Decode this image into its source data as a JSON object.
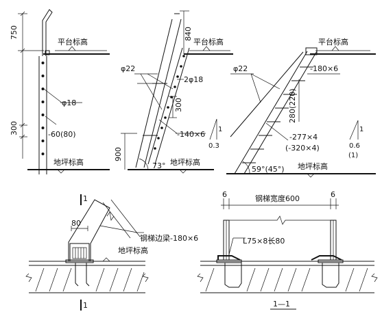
{
  "labels": {
    "dim_750": "750",
    "dim_300": "300",
    "dim_840": "840",
    "dim_900": "900",
    "dim_300b": "300",
    "dim_280_220": "280(220)",
    "phi18": "φ18",
    "flat_60": "-60(80)",
    "phi22_mid": "φ22",
    "two_phi18": "2φ18",
    "flat_140": "-140×6",
    "slope_1_mid": "1",
    "slope_03": "0.3",
    "angle_73": "73°",
    "phi22_right": "φ22",
    "flat_180_right": "-180×6",
    "flat_277": "-277×4",
    "flat_320": "(-320×4)",
    "slope_1_right": "1",
    "slope_06": "0.6",
    "slope_paren_1": "(1)",
    "angle_59": "59°(45°)",
    "platform_left": "平台标高",
    "platform_mid": "平台标高",
    "platform_right": "平台标高",
    "ground_left": "地坪标高",
    "ground_mid": "地坪标高",
    "ground_right": "地坪标高",
    "sec_mark_top": "1",
    "sec_mark_bottom": "1",
    "dim_80": "80",
    "side_beam": "钢梯边梁-180×6",
    "ground_bottom_left": "地坪标高",
    "dim_6_left": "6",
    "dim_6_right": "6",
    "width_600": "钢梯宽度600",
    "angle_steel": "L75×8长80",
    "section_title": "1—1"
  }
}
